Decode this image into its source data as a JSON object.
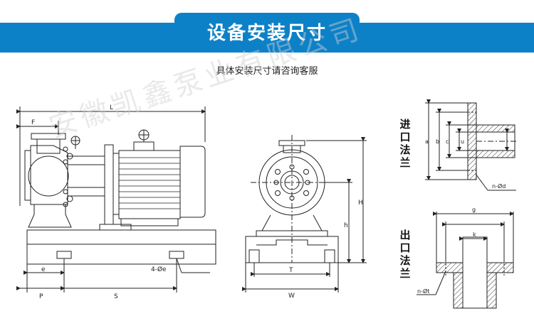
{
  "banner": {
    "title": "设备安装尺寸"
  },
  "subtitle": "具体安装尺寸请咨询客服",
  "watermark": "安徽凯鑫泵业有限公司",
  "side_view": {
    "dims": {
      "L": "L",
      "F": "F",
      "e": "e",
      "P": "P",
      "S": "S",
      "holes": "4-Øe"
    }
  },
  "front_view": {
    "dims": {
      "H": "H",
      "h": "h",
      "T": "T",
      "W": "W"
    }
  },
  "inlet_flange": {
    "label": "进口法兰",
    "dims": {
      "a": "a",
      "b": "b",
      "c": "c",
      "u": "u",
      "holes": "n-Ød"
    }
  },
  "outlet_flange": {
    "label": "出口法兰",
    "dims": {
      "g": "g",
      "k": "k",
      "holes": "n-Øt"
    }
  },
  "colors": {
    "banner": "#0d81c8",
    "line": "#222222",
    "watermark": "#cfcfcf"
  }
}
